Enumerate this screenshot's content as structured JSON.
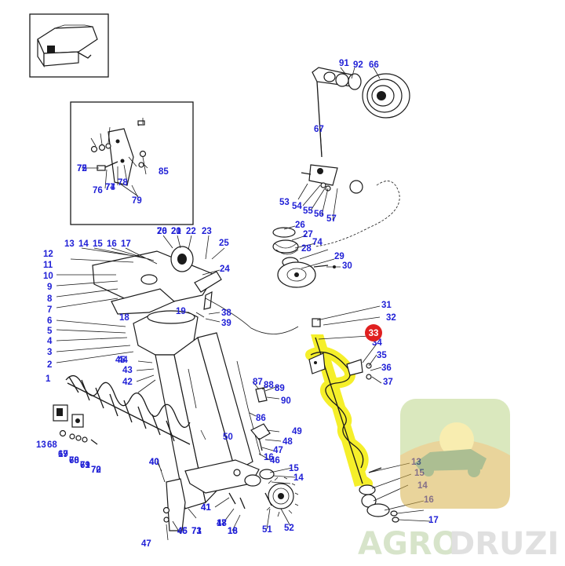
{
  "diagram": {
    "highlight_color": "#f5ef2a",
    "label_color": "#1f1fd6",
    "callout_color": "#e02020",
    "selected_callout": "33",
    "labels": [
      "1",
      "2",
      "3",
      "4",
      "5",
      "6",
      "7",
      "8",
      "9",
      "10",
      "11",
      "12",
      "13",
      "14",
      "15",
      "16",
      "17",
      "18",
      "19",
      "20",
      "21",
      "22",
      "23",
      "24",
      "25",
      "26",
      "27",
      "28",
      "29",
      "30",
      "31",
      "32",
      "34",
      "35",
      "36",
      "37",
      "38",
      "39",
      "40",
      "41",
      "42",
      "43",
      "44",
      "45",
      "46",
      "47",
      "48",
      "49",
      "50",
      "51",
      "52",
      "53",
      "54",
      "55",
      "56",
      "57",
      "67",
      "68",
      "69",
      "70",
      "71",
      "72",
      "73",
      "74",
      "75",
      "76",
      "77",
      "78",
      "79",
      "85",
      "86",
      "87",
      "88",
      "89",
      "90",
      "91",
      "92",
      "66",
      "13",
      "14",
      "15",
      "16",
      "17",
      "18",
      "13",
      "14",
      "15",
      "16",
      "17",
      "41",
      "40",
      "45",
      "46",
      "47",
      "48",
      "16",
      "17",
      "68",
      "69",
      "70",
      "71",
      "72",
      "74",
      "76",
      "20",
      "21"
    ]
  },
  "watermark": {
    "brand_part1": "AGRO",
    "brand_part2": "DRUZI",
    "color_part1": "#b8cfa0",
    "color_part2": "#c8c8c8"
  }
}
